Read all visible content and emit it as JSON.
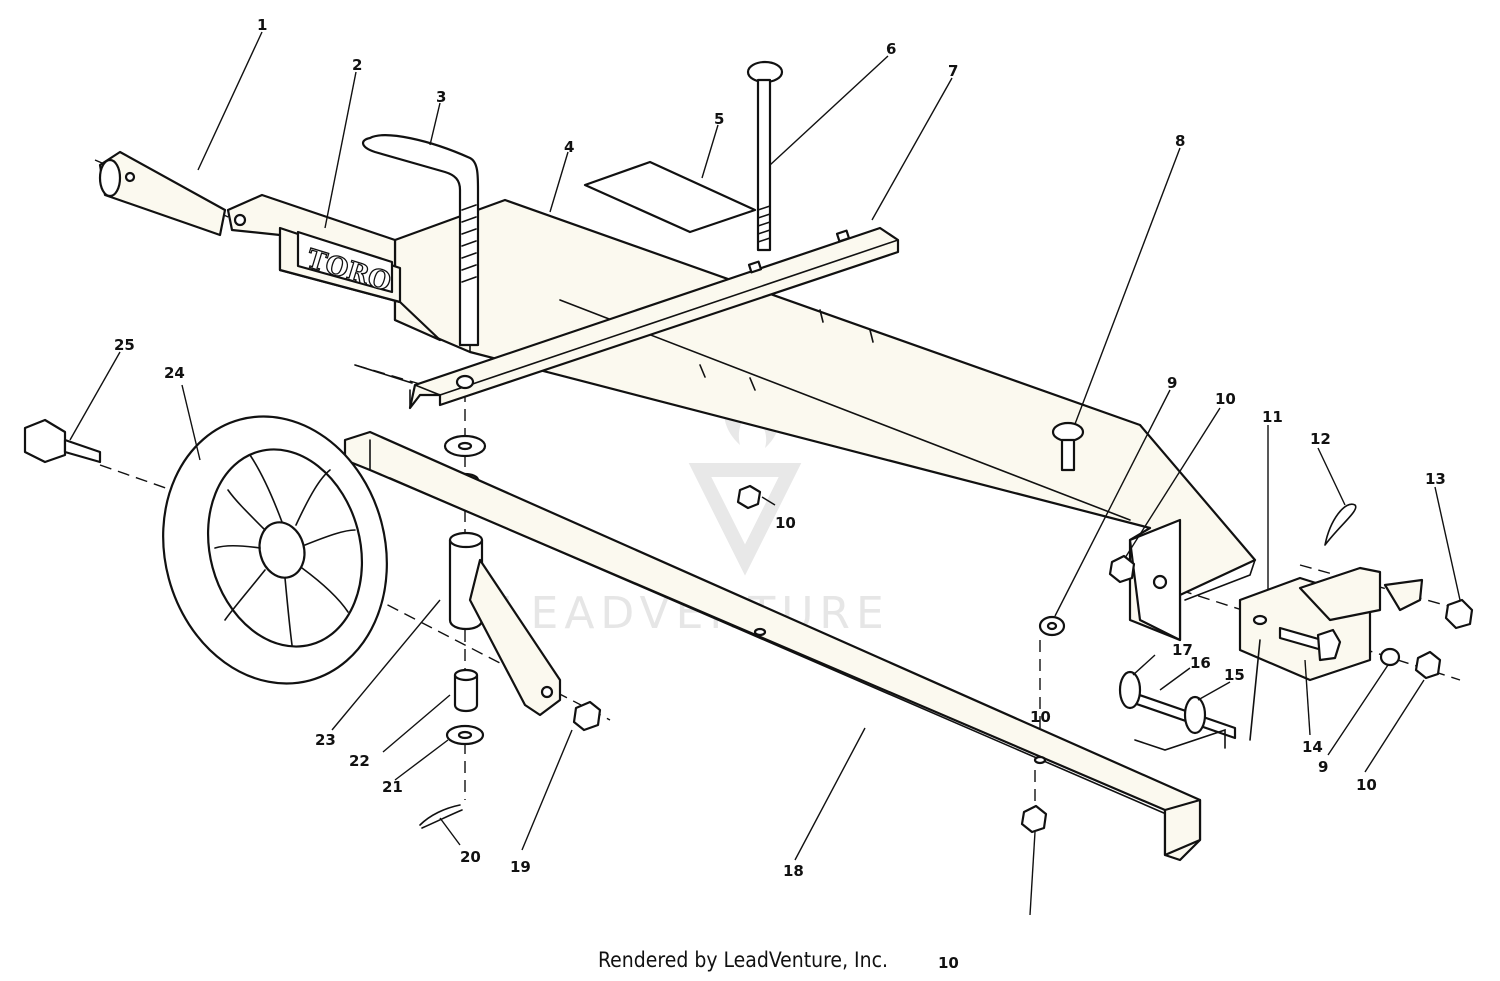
{
  "logo_text": "TORO",
  "watermark_text": "LEADVENTURE",
  "credit": "Rendered by LeadVenture, Inc.",
  "callouts": [
    "1",
    "2",
    "3",
    "4",
    "5",
    "6",
    "7",
    "8",
    "9",
    "10",
    "10",
    "11",
    "12",
    "13",
    "14",
    "9",
    "10",
    "15",
    "16",
    "17",
    "18",
    "19",
    "20",
    "21",
    "22",
    "23",
    "24",
    "25",
    "10",
    "10"
  ]
}
